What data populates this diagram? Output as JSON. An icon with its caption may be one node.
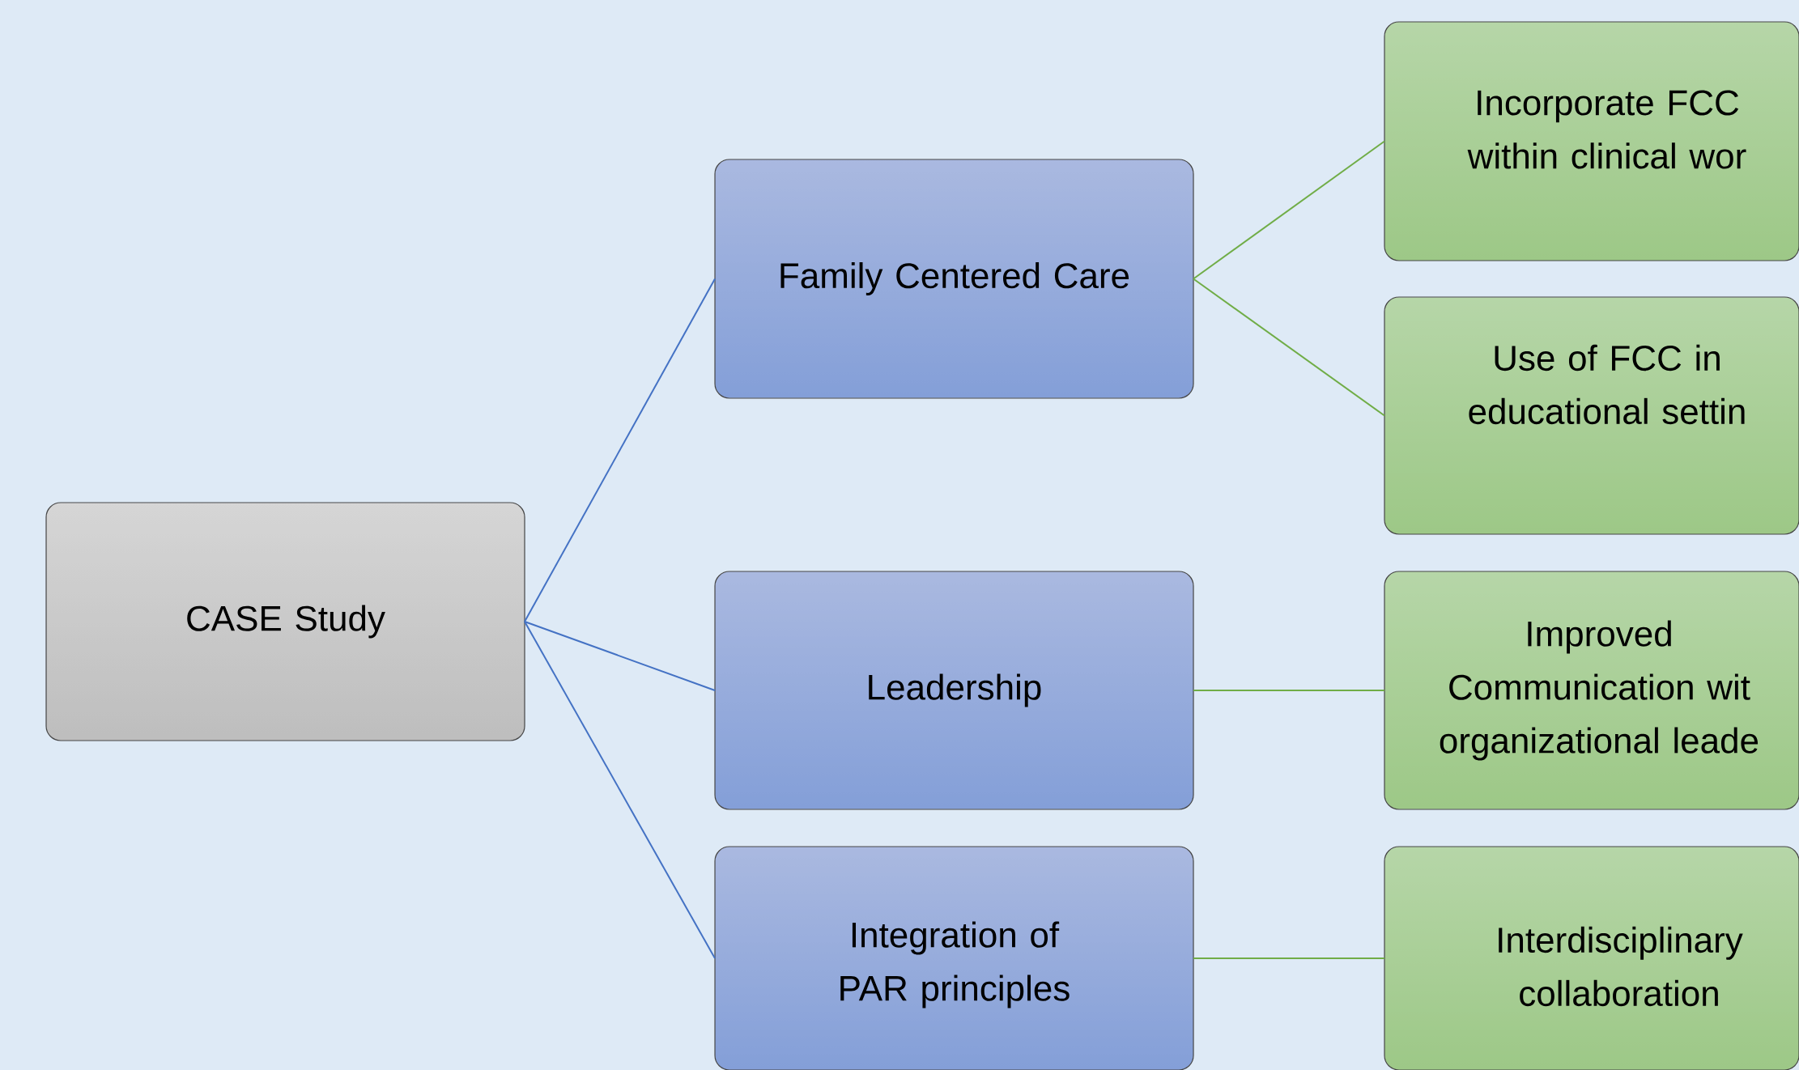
{
  "diagram": {
    "nodes": [
      {
        "text": [
          "CASE Study"
        ]
      },
      {
        "text": [
          "Family Centered Care"
        ]
      },
      {
        "text": [
          "Leadership"
        ]
      },
      {
        "text": [
          "Integration of PAR principles"
        ]
      },
      {
        "text": [
          "Incorporate FCC within clinical wor"
        ]
      },
      {
        "text": [
          "Use of FCC in educational settin"
        ]
      },
      {
        "text": [
          "Improved Communication wit organizational leade"
        ]
      },
      {
        "text": [
          "Interdisciplinary collaboration"
        ]
      }
    ],
    "edges": [
      {
        "from": 0,
        "to": 1,
        "arrow": "none",
        "color": "#4472c4"
      },
      {
        "from": 0,
        "to": 2,
        "arrow": "none",
        "color": "#4472c4"
      },
      {
        "from": 0,
        "to": 3,
        "arrow": "none",
        "color": "#4472c4"
      },
      {
        "from": 1,
        "to": 4,
        "arrow": "none"
      },
      {
        "from": 1,
        "to": 5,
        "arrow": "none"
      },
      {
        "from": 2,
        "to": 6,
        "arrow": "none"
      },
      {
        "from": 3,
        "to": 7,
        "arrow": "none"
      }
    ]
  }
}
